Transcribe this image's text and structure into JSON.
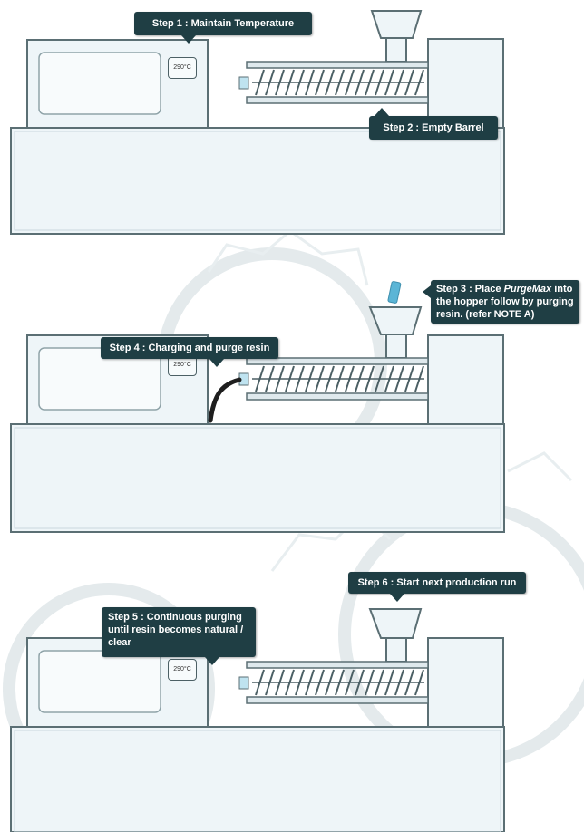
{
  "colors": {
    "callout_bg": "#1f3e44",
    "machine_fill": "#eef5f8",
    "machine_stroke": "#5b6f74",
    "screw_stroke": "#4b5f64",
    "purge_stick": "#5bb5d6",
    "hose": "#1e1e1e"
  },
  "steps": [
    {
      "id": 1,
      "text": "Step 1 : Maintain Temperature"
    },
    {
      "id": 2,
      "text": "Step 2 : Empty Barrel"
    },
    {
      "id": 3,
      "prefix": "Step 3 : Place ",
      "brand": "PurgeMax",
      "suffix": " into the hopper follow by purging resin. (refer NOTE A)"
    },
    {
      "id": 4,
      "text": "Step 4 : Charging and purge resin"
    },
    {
      "id": 5,
      "text": "Step 5 : Continuous purging until resin becomes natural / clear"
    },
    {
      "id": 6,
      "text": "Step 6 : Start next production run"
    }
  ],
  "panels": [
    {
      "temperature": "290°C"
    },
    {
      "temperature": "290°C"
    },
    {
      "temperature": "290°C"
    }
  ]
}
